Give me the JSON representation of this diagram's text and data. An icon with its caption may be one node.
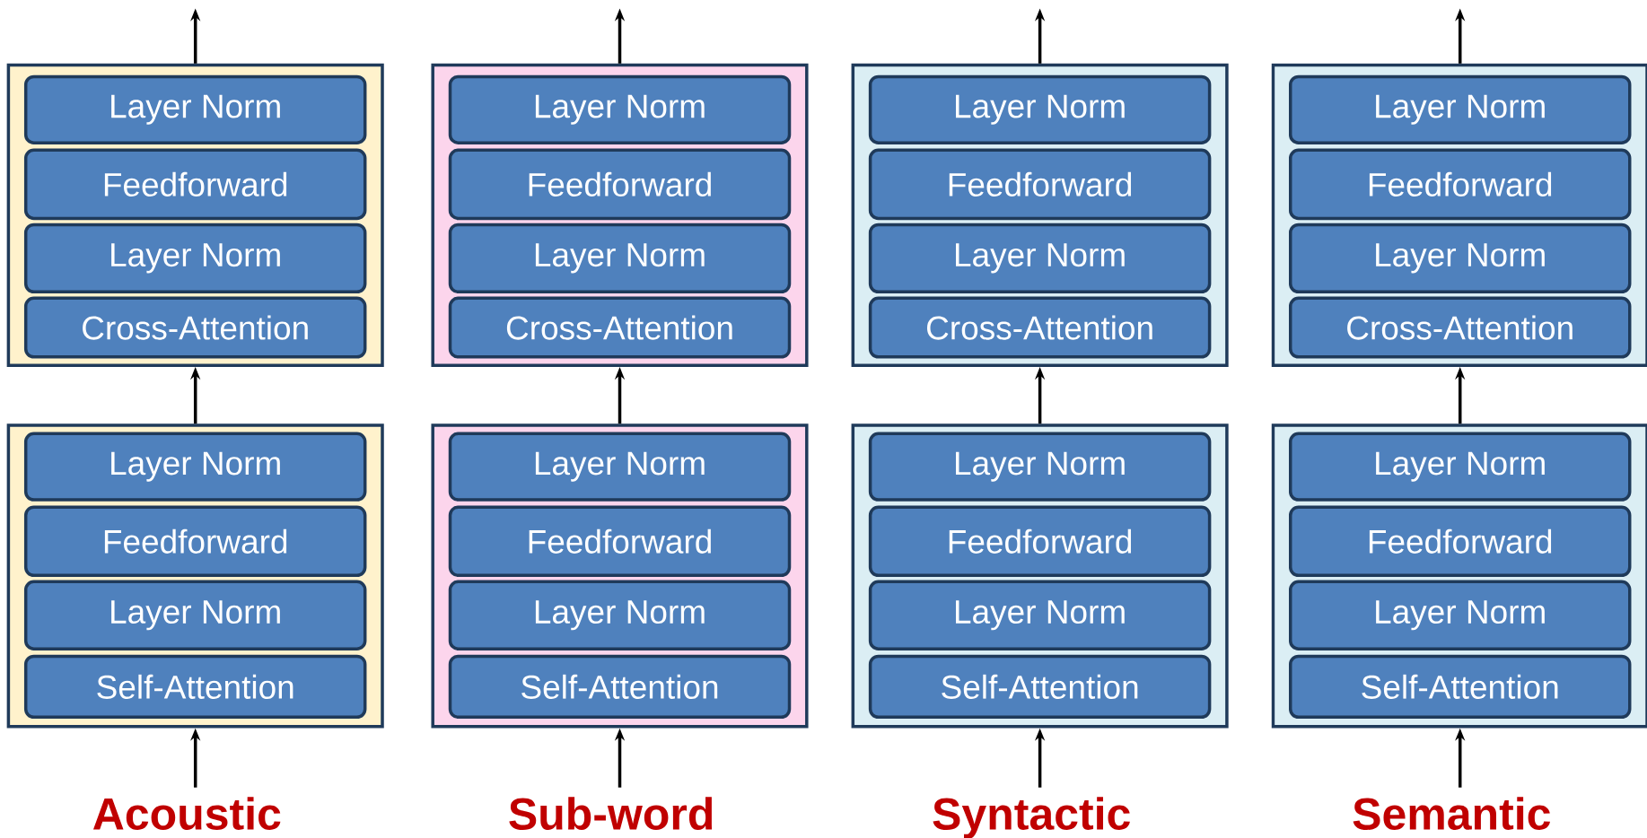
{
  "diagram": {
    "nodes": [
      {
        "text": [],
        "shape": "box"
      },
      {
        "text": [
          "Layer Norm"
        ],
        "in": 0
      },
      {
        "text": [
          "Feedforward"
        ],
        "in": 0
      },
      {
        "text": [
          "Layer Norm"
        ],
        "in": 0
      },
      {
        "text": [
          "Cross-Attention"
        ],
        "in": 0
      },
      {
        "text": [],
        "shape": "box"
      },
      {
        "text": [
          "Layer Norm"
        ],
        "in": 5
      },
      {
        "text": [
          "Feedforward"
        ],
        "in": 5
      },
      {
        "text": [
          "Layer Norm"
        ],
        "in": 5
      },
      {
        "text": [
          "Self-Attention"
        ],
        "in": 5
      },
      {
        "text": [
          "Acoustic"
        ]
      },
      {
        "text": [],
        "shape": "box"
      },
      {
        "text": [
          "Layer Norm"
        ],
        "in": 11
      },
      {
        "text": [
          "Feedforward"
        ],
        "in": 11
      },
      {
        "text": [
          "Layer Norm"
        ],
        "in": 11
      },
      {
        "text": [
          "Cross-Attention"
        ],
        "in": 11
      },
      {
        "text": [],
        "shape": "box"
      },
      {
        "text": [
          "Layer Norm"
        ],
        "in": 16
      },
      {
        "text": [
          "Feedforward"
        ],
        "in": 16
      },
      {
        "text": [
          "Layer Norm"
        ],
        "in": 16
      },
      {
        "text": [
          "Self-Attention"
        ],
        "in": 16
      },
      {
        "text": [
          "Sub-word"
        ]
      },
      {
        "text": [],
        "shape": "box"
      },
      {
        "text": [
          "Layer Norm"
        ],
        "in": 22
      },
      {
        "text": [
          "Feedforward"
        ],
        "in": 22
      },
      {
        "text": [
          "Layer Norm"
        ],
        "in": 22
      },
      {
        "text": [
          "Cross-Attention"
        ],
        "in": 22
      },
      {
        "text": [],
        "shape": "box"
      },
      {
        "text": [
          "Layer Norm"
        ],
        "in": 27
      },
      {
        "text": [
          "Feedforward"
        ],
        "in": 27
      },
      {
        "text": [
          "Layer Norm"
        ],
        "in": 27
      },
      {
        "text": [
          "Self-Attention"
        ],
        "in": 27
      },
      {
        "text": [
          "Syntactic"
        ]
      },
      {
        "text": [],
        "shape": "box"
      },
      {
        "text": [
          "Layer Norm"
        ],
        "in": 33
      },
      {
        "text": [
          "Feedforward"
        ],
        "in": 33
      },
      {
        "text": [
          "Layer Norm"
        ],
        "in": 33
      },
      {
        "text": [
          "Cross-Attention"
        ],
        "in": 33
      },
      {
        "text": [],
        "shape": "box"
      },
      {
        "text": [
          "Layer Norm"
        ],
        "in": 38
      },
      {
        "text": [
          "Feedforward"
        ],
        "in": 38
      },
      {
        "text": [
          "Layer Norm"
        ],
        "in": 38
      },
      {
        "text": [
          "Self-Attention"
        ],
        "in": 38
      },
      {
        "text": [
          "Semantic"
        ]
      }
    ],
    "edges": [
      {
        "from": 10,
        "to": 5,
        "arrow": "to"
      },
      {
        "from": 5,
        "to": 0,
        "arrow": "to"
      },
      {
        "from": 0,
        "to": null,
        "arrow": "to"
      },
      {
        "from": 21,
        "to": 16,
        "arrow": "to"
      },
      {
        "from": 16,
        "to": 11,
        "arrow": "to"
      },
      {
        "from": 11,
        "to": null,
        "arrow": "to"
      },
      {
        "from": 32,
        "to": 27,
        "arrow": "to"
      },
      {
        "from": 27,
        "to": 22,
        "arrow": "to"
      },
      {
        "from": 22,
        "to": null,
        "arrow": "to"
      },
      {
        "from": 43,
        "to": 38,
        "arrow": "to"
      },
      {
        "from": 38,
        "to": 33,
        "arrow": "to"
      },
      {
        "from": 33,
        "to": null,
        "arrow": "to"
      }
    ]
  }
}
